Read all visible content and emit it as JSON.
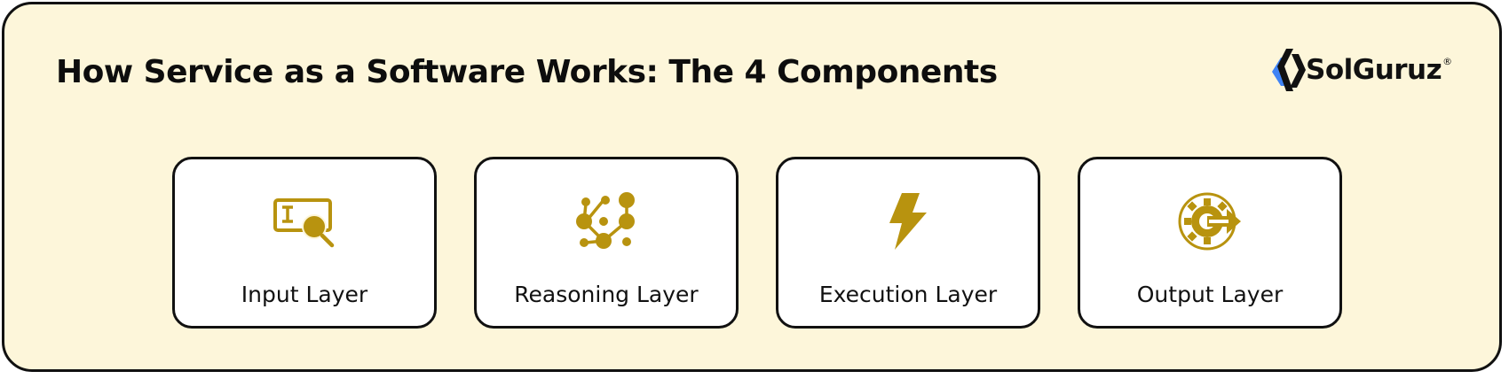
{
  "title": "How Service as a Software Works: The 4 Components",
  "logo": {
    "text": "SolGuruz",
    "registered_mark": "®",
    "icon": "solguruz-logo-mark"
  },
  "colors": {
    "background": "#fdf6da",
    "border": "#111111",
    "card_background": "#ffffff",
    "icon_gold": "#b8930f",
    "logo_blue": "#3f83f5"
  },
  "components": [
    {
      "label": "Input Layer",
      "icon": "input-search-icon"
    },
    {
      "label": "Reasoning Layer",
      "icon": "network-nodes-icon"
    },
    {
      "label": "Execution Layer",
      "icon": "lightning-bolt-icon"
    },
    {
      "label": "Output Layer",
      "icon": "gear-arrow-icon"
    }
  ]
}
